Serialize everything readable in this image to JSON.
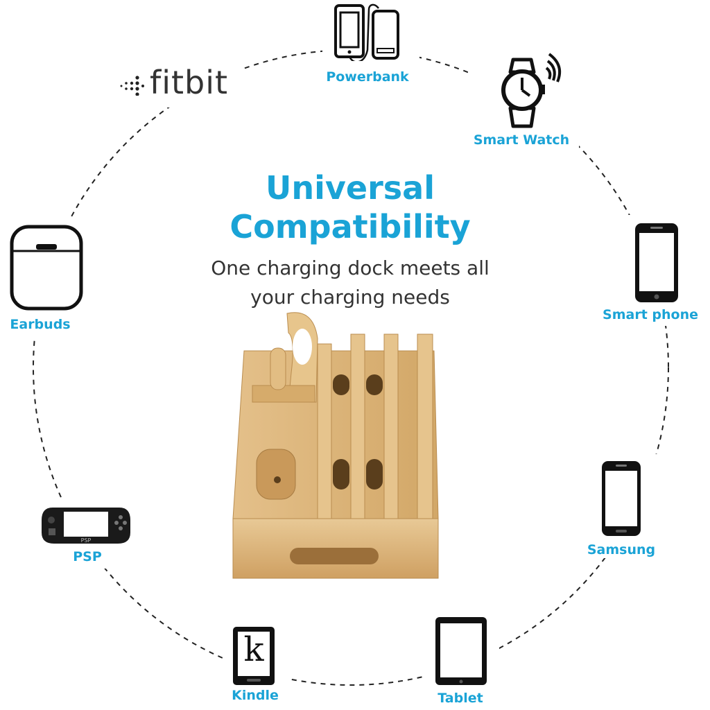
{
  "colors": {
    "accent": "#1aa3d6",
    "ink": "#111111",
    "body": "#333333",
    "wood": "#d9b57c",
    "wood_dark": "#b98c4f"
  },
  "heading": {
    "line1": "Universal",
    "line2": "Compatibility"
  },
  "subtitle": {
    "line1": "One charging dock meets all",
    "line2": "your charging needs"
  },
  "brand_logo": {
    "text": "fitbit"
  },
  "devices": [
    {
      "id": "powerbank",
      "label": "Powerbank",
      "icon": "powerbank-icon"
    },
    {
      "id": "smartwatch",
      "label": "Smart Watch",
      "icon": "smartwatch-icon"
    },
    {
      "id": "smartphone",
      "label": "Smart phone",
      "icon": "smartphone-icon"
    },
    {
      "id": "samsung",
      "label": "Samsung",
      "icon": "samsung-phone-icon"
    },
    {
      "id": "tablet",
      "label": "Tablet",
      "icon": "tablet-icon"
    },
    {
      "id": "kindle",
      "label": "Kindle",
      "icon": "kindle-icon"
    },
    {
      "id": "psp",
      "label": "PSP",
      "icon": "psp-icon"
    },
    {
      "id": "earbuds",
      "label": "Earbuds",
      "icon": "earbuds-case-icon"
    }
  ],
  "kindle_glyph": "k",
  "psp_text": "PSP"
}
